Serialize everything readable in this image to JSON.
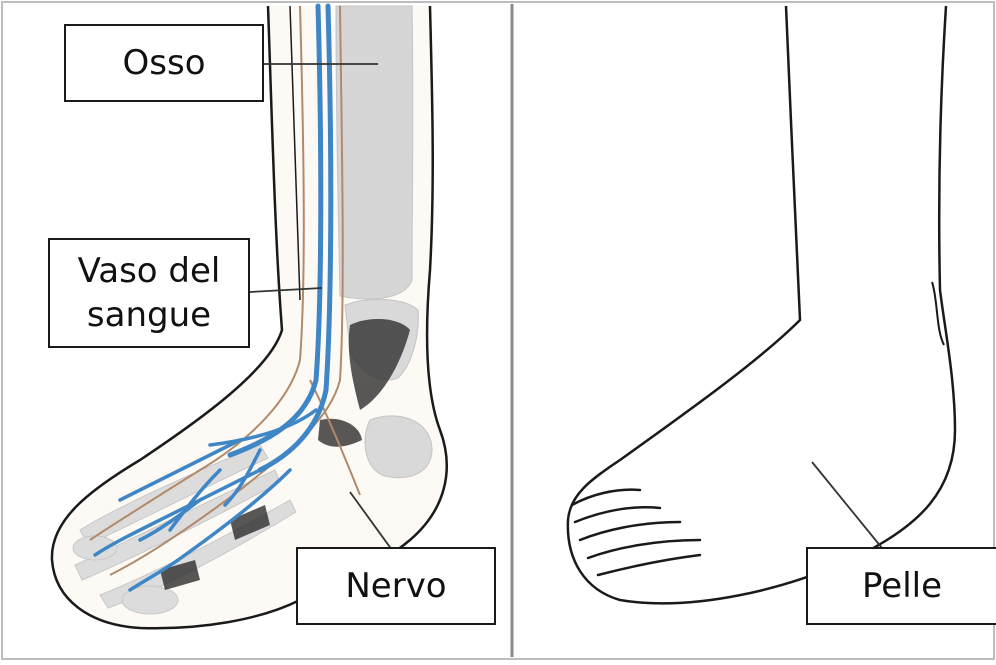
{
  "labels": {
    "bone": "Osso",
    "vessel_line1": "Vaso del",
    "vessel_line2": "sangue",
    "nerve": "Nervo",
    "skin": "Pelle"
  },
  "colors": {
    "vessel": "#3f86c6",
    "bone": "#d6d6d6",
    "outline": "#1a1a1a",
    "nerve": "#b08a6a"
  }
}
